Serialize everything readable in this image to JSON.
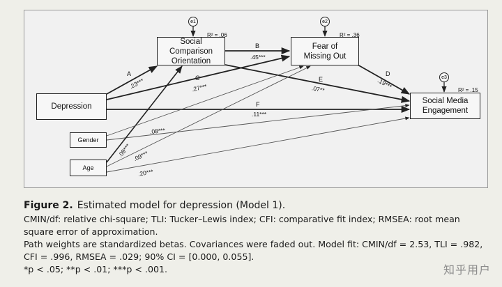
{
  "nodes": {
    "depression": "Depression",
    "social_comparison": "Social Comparison\nOrientation",
    "fomo": "Fear of\nMissing Out",
    "engagement": "Social Media\nEngagement",
    "gender": "Gender",
    "age": "Age"
  },
  "errors": {
    "e1": "e1",
    "e2": "e2",
    "e3": "e3"
  },
  "r_squared": {
    "sco": "R² = .06",
    "fomo": "R² = .36",
    "eng": "R² = .15"
  },
  "paths": {
    "A": {
      "letter": "A",
      "beta": ".23***"
    },
    "B": {
      "letter": "B",
      "beta": ".45***"
    },
    "C": {
      "letter": "C",
      "beta": ".27***"
    },
    "D": {
      "letter": "D",
      "beta": ".19***"
    },
    "E": {
      "letter": "E",
      "beta": ".07**"
    },
    "F": {
      "letter": "F",
      "beta": ".11***"
    },
    "g_eng": ".08***",
    "age_sco": ".09***",
    "age_fomo": ".09***",
    "age_eng": ".20***"
  },
  "caption": {
    "figure_label": "Figure 2.",
    "figure_title": "Estimated model for depression (Model 1).",
    "line1": "CMIN/df: relative chi-square; TLI: Tucker–Lewis index; CFI: comparative fit index; RMSEA: root mean square error of approximation.",
    "line2": "Path weights are standardized betas. Covariances were faded out. Model fit: CMIN/df = 2.53, TLI = .982, CFI = .996, RMSEA = .029; 90% CI = [0.000, 0.055].",
    "line3": "*p < .05; **p < .01; ***p < .001."
  },
  "watermark": "知乎用户"
}
